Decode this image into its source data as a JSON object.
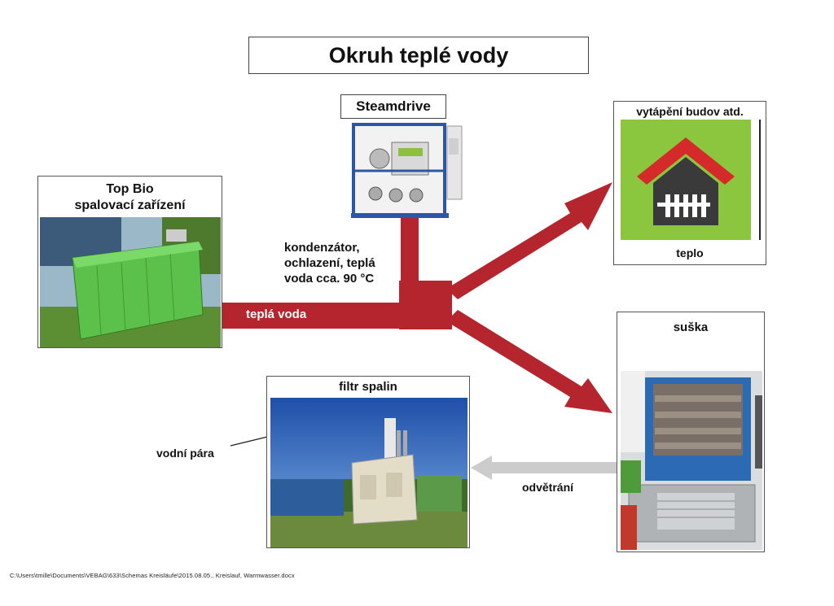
{
  "title": "Okruh teplé vody",
  "steamdrive": {
    "label": "Steamdrive"
  },
  "topbio": {
    "line1": "Top Bio",
    "line2": "spalovací zařízení"
  },
  "condenser_note": {
    "line1": "kondenzátor,",
    "line2": "ochlazení, teplá",
    "line3": "voda cca. 90 °C"
  },
  "warm_water_label": "teplá voda",
  "heating": {
    "title": "vytápění budov atd.",
    "caption": "teplo"
  },
  "dryer": {
    "title": "suška"
  },
  "flue_filter": {
    "title": "filtr spalin"
  },
  "water_vapor_label": "vodní pára",
  "ventilation_label": "odvětrání",
  "footer_path": "C:\\Users\\tmille\\Documents\\VEBAG\\633\\Schemas Kreisläufe\\2015.08.05., Kreislauf, Warmwasser.docx",
  "colors": {
    "flow_red": "#b5252d",
    "vent_gray": "#cccccc",
    "house_red": "#d42a2a",
    "house_dark": "#3a3a3a",
    "green_bg": "#8cc63f"
  }
}
